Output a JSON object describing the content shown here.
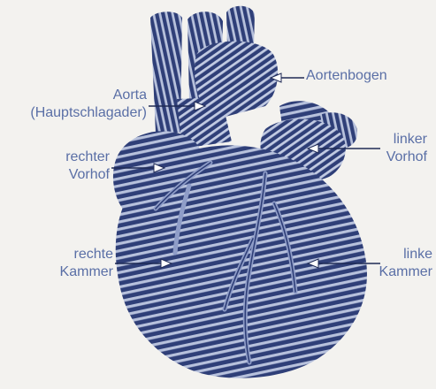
{
  "labels": {
    "aortenbogen": "Aortenbogen",
    "aorta_line1": "Aorta",
    "aorta_line2": "(Hauptschlagader)",
    "rechter_vorhof_line1": "rechter",
    "rechter_vorhof_line2": "Vorhof",
    "linker_vorhof_line1": "linker",
    "linker_vorhof_line2": "Vorhof",
    "rechte_kammer_line1": "rechte",
    "rechte_kammer_line2": "Kammer",
    "linke_kammer_line1": "linke",
    "linke_kammer_line2": "Kammer"
  },
  "colors": {
    "background": "#f3f2ef",
    "heart_fill": "#2f3f78",
    "stripe": "#b7c1dc",
    "label_text": "#5a6fa6",
    "leader_line": "#1f2a55"
  },
  "illustration": {
    "subject": "engraved heart illustration"
  }
}
